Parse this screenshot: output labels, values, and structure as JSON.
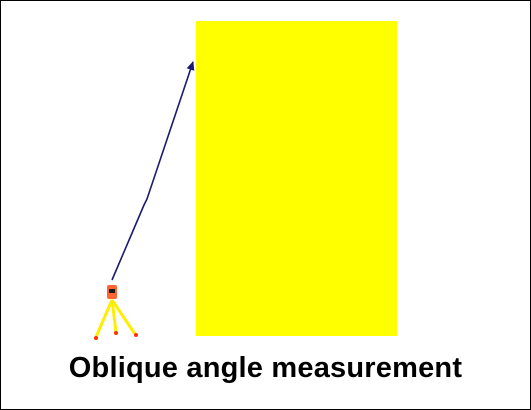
{
  "caption": "Oblique angle measurement",
  "colors": {
    "building": "#ffff00",
    "sightline": "#1a1a6e",
    "tripod_legs": "#ffee00",
    "tripod_feet": "#ff3300",
    "instrument": "#ff6633",
    "frame": "#000000"
  },
  "icons": {
    "building": "yellow-rectangle-building",
    "instrument": "total-station-on-tripod",
    "sightline": "arrow-line"
  }
}
